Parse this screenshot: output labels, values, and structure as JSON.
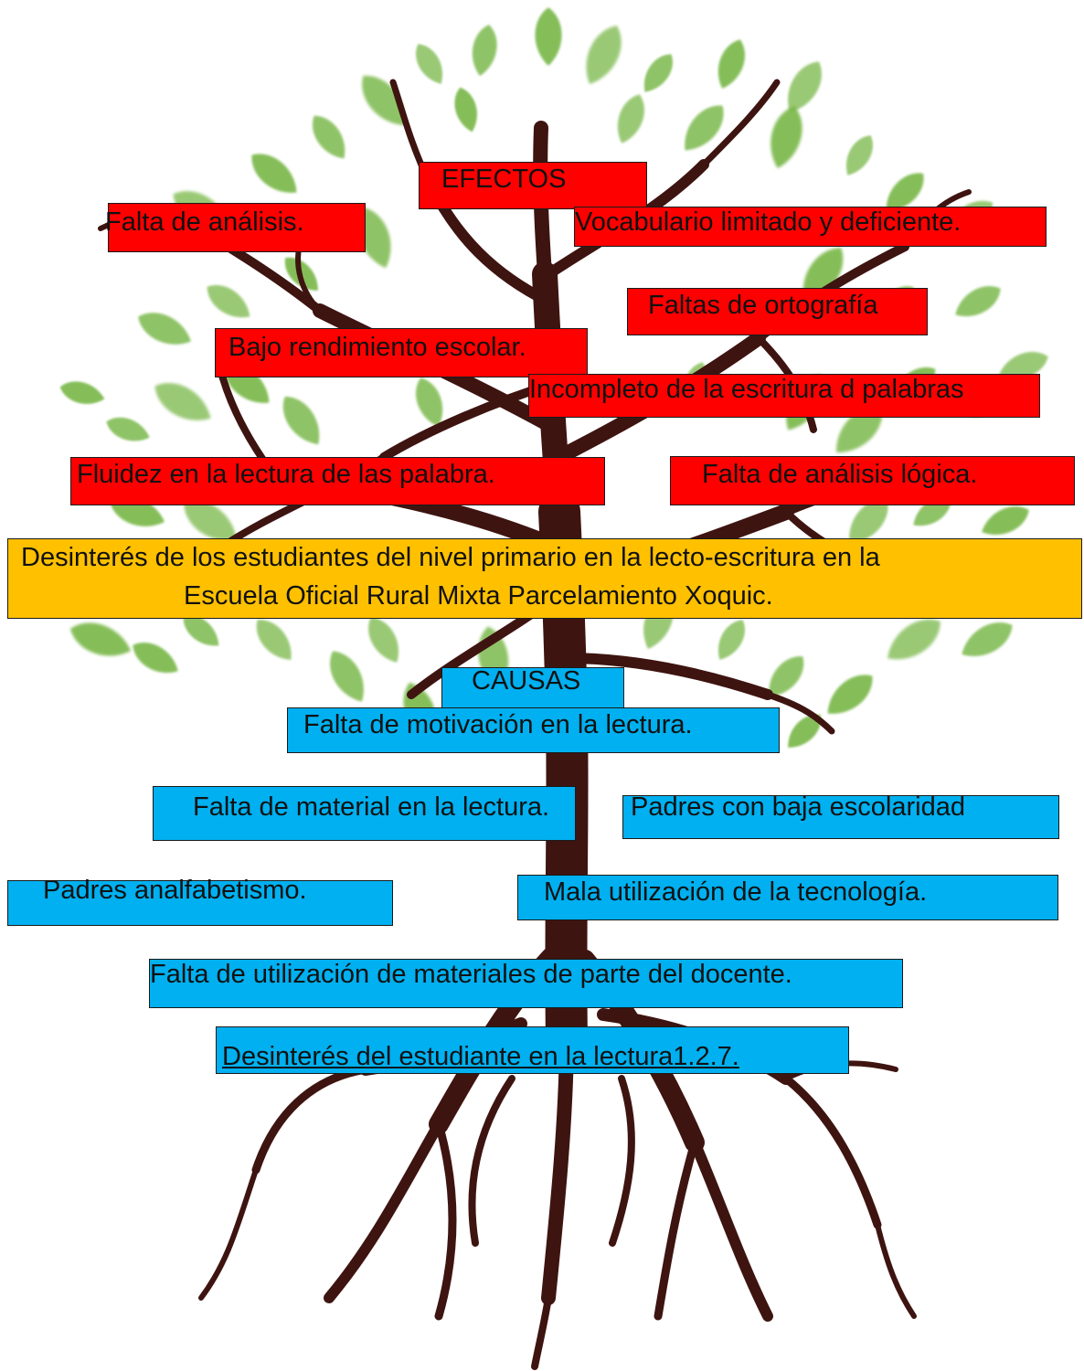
{
  "effects_heading": "EFECTOS",
  "effects": [
    "Falta de análisis.",
    "Vocabulario  limitado  y deficiente.",
    "Faltas de ortografía",
    "Bajo rendimiento  escolar.",
    "Incompleto de la escritura d palabras",
    "Fluidez en la lectura de las palabra.",
    "Falta de análisis lógica."
  ],
  "problem": {
    "line1": "Desinterés de los estudiantes del nivel primario en la lecto-escritura en la",
    "line2": "Escuela Oficial Rural Mixta Parcelamiento Xoquic."
  },
  "causes_heading": "CAUSAS",
  "causes": [
    "Falta de motivación en la lectura.",
    "Falta de material en la lectura.",
    "Padres con baja escolaridad",
    "Padres analfabetismo.",
    "Mala utilización de la tecnología.",
    "Falta de utilización de materiales  de parte del docente.",
    "Desinterés del  estudiante  en la lectura1.2.7."
  ],
  "colors": {
    "effects": "#ff0000",
    "problem": "#ffc000",
    "causes": "#00b0f0",
    "trunk": "#3e1410",
    "leaves": "#79b84a"
  }
}
